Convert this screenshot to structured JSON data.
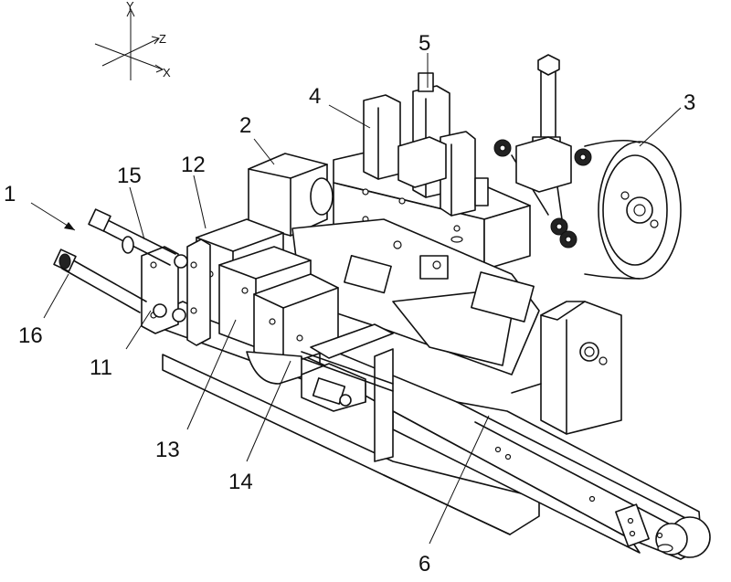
{
  "axes": {
    "y": "Y",
    "z": "Z",
    "x": "X"
  },
  "labels": {
    "l1": "1",
    "l2": "2",
    "l3": "3",
    "l4": "4",
    "l5": "5",
    "l6": "6",
    "l11": "11",
    "l12": "12",
    "l13": "13",
    "l14": "14",
    "l15": "15",
    "l16": "16"
  }
}
